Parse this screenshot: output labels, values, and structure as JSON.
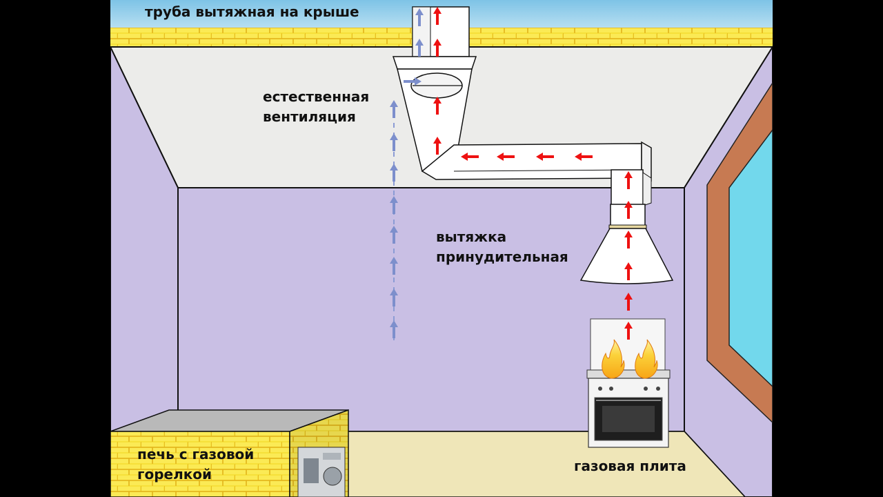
{
  "labels": {
    "roof_pipe": "труба вытяжная на крыше",
    "natural_vent_line1": "естественная",
    "natural_vent_line2": "вентиляция",
    "forced_hood_line1": "вытяжка",
    "forced_hood_line2": "принудительная",
    "gas_stove": "газовая плита",
    "furnace_line1": "печь с газовой",
    "furnace_line2": "горелкой"
  },
  "colors": {
    "sky": "#8fcbe8",
    "brick": "#f6e03a",
    "brick_mortar": "#e2b21c",
    "ceiling": "#ececea",
    "wall": "#c9bfe4",
    "floor": "#efe6b8",
    "window_frame": "#c77a52",
    "window_glass": "#72d8ec",
    "forced_flow_arrow": "#ee1111",
    "natural_flow_arrow": "#7d8fcc"
  },
  "icons": [
    "forced-flow-arrow-icon",
    "natural-flow-arrow-icon",
    "flame-icon"
  ]
}
